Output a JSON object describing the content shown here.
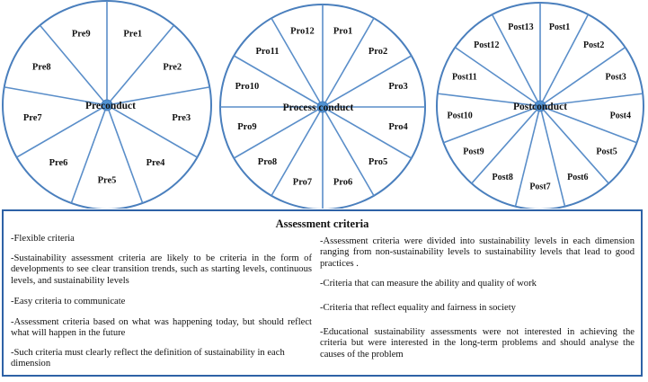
{
  "colors": {
    "spoke": "#5a8ec9",
    "rim": "#4a7fbd",
    "hub": "#4f91d2",
    "box_border": "#2e62a6"
  },
  "wheels": [
    {
      "id": "pre",
      "center_label": "Preconduct",
      "segments": [
        "Pre1",
        "Pre2",
        "Pre3",
        "Pre4",
        "Pre5",
        "Pre6",
        "Pre7",
        "Pre8",
        "Pre9"
      ]
    },
    {
      "id": "process",
      "center_label": "Process conduct",
      "segments": [
        "Pro1",
        "Pro2",
        "Pro3",
        "Pro4",
        "Pro5",
        "Pro6",
        "Pro7",
        "Pro8",
        "Pro9",
        "Pro10",
        "Pro11",
        "Pro12"
      ]
    },
    {
      "id": "post",
      "center_label": "Postconduct",
      "segments": [
        "Post1",
        "Post2",
        "Post3",
        "Post4",
        "Post5",
        "Post6",
        "Post7",
        "Post8",
        "Post9",
        "Post10",
        "Post11",
        "Post12",
        "Post13"
      ]
    }
  ],
  "criteria": {
    "title": "Assessment criteria",
    "left": [
      "-Flexible criteria",
      "-Sustainability assessment criteria are likely to be criteria in the form of developments to see clear transition trends, such as starting levels, continuous levels, and sustainability levels",
      "-Easy criteria to communicate",
      "-Assessment criteria based on what was happening today, but should reflect what will happen in the future",
      "-Such criteria must clearly reflect the definition of sustainability in each dimension"
    ],
    "right": [
      "-Assessment criteria were divided into sustainability levels in each dimension ranging from non-sustainability levels to sustainability levels that lead to good practices .",
      "-Criteria that can measure the ability and quality of work",
      "-Criteria that reflect equality and fairness in society",
      "-Educational sustainability assessments were not interested in achieving the criteria but were interested in the long-term problems and should analyse the causes of the problem"
    ]
  }
}
